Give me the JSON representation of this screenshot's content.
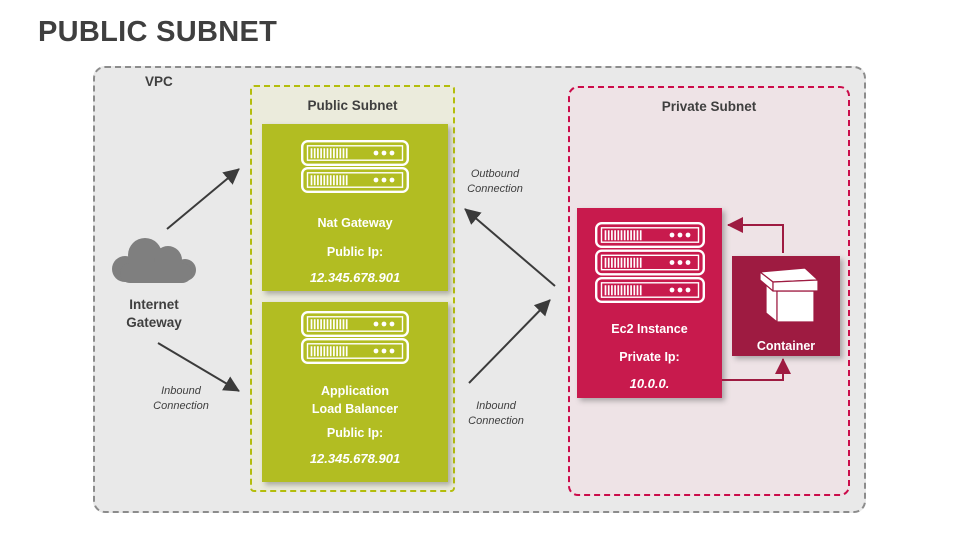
{
  "title": "PUBLIC SUBNET",
  "colors": {
    "title-text": "#3f3f3f",
    "vpc-fill": "#e9e9e9",
    "vpc-border": "#8c8c8c",
    "public-subnet-fill": "#ebebdc",
    "public-subnet-border": "#b4bd0c",
    "green-box": "#b2bd22",
    "private-subnet-fill": "#eee3e6",
    "private-subnet-border": "#cb0c4a",
    "crimson-box": "#c81a4d",
    "dark-crimson-box": "#9e1b41",
    "arrow-dark": "#3b3b3b",
    "arrow-crimson": "#9e1b41",
    "white-text": "#ffffff",
    "cloud-gray": "#7f7f7f"
  },
  "vpc": {
    "label": "VPC"
  },
  "internet_gateway": {
    "line1": "Internet",
    "line2": "Gateway"
  },
  "public_subnet": {
    "label": "Public Subnet",
    "nat_gateway": {
      "name": "Nat Gateway",
      "ip_label": "Public Ip:",
      "ip_value": "12.345.678.901"
    },
    "load_balancer": {
      "name_line1": "Application",
      "name_line2": "Load Balancer",
      "ip_label": "Public Ip:",
      "ip_value": "12.345.678.901"
    }
  },
  "private_subnet": {
    "label": "Private Subnet",
    "ec2_instance": {
      "name": "Ec2 Instance",
      "ip_label": "Private Ip:",
      "ip_value": "10.0.0."
    },
    "container": {
      "name": "Container"
    }
  },
  "connections": {
    "outbound": {
      "line1": "Outbound",
      "line2": "Connection"
    },
    "inbound_mid": {
      "line1": "Inbound",
      "line2": "Connection"
    },
    "inbound_left": {
      "line1": "Inbound",
      "line2": "Connection"
    }
  }
}
